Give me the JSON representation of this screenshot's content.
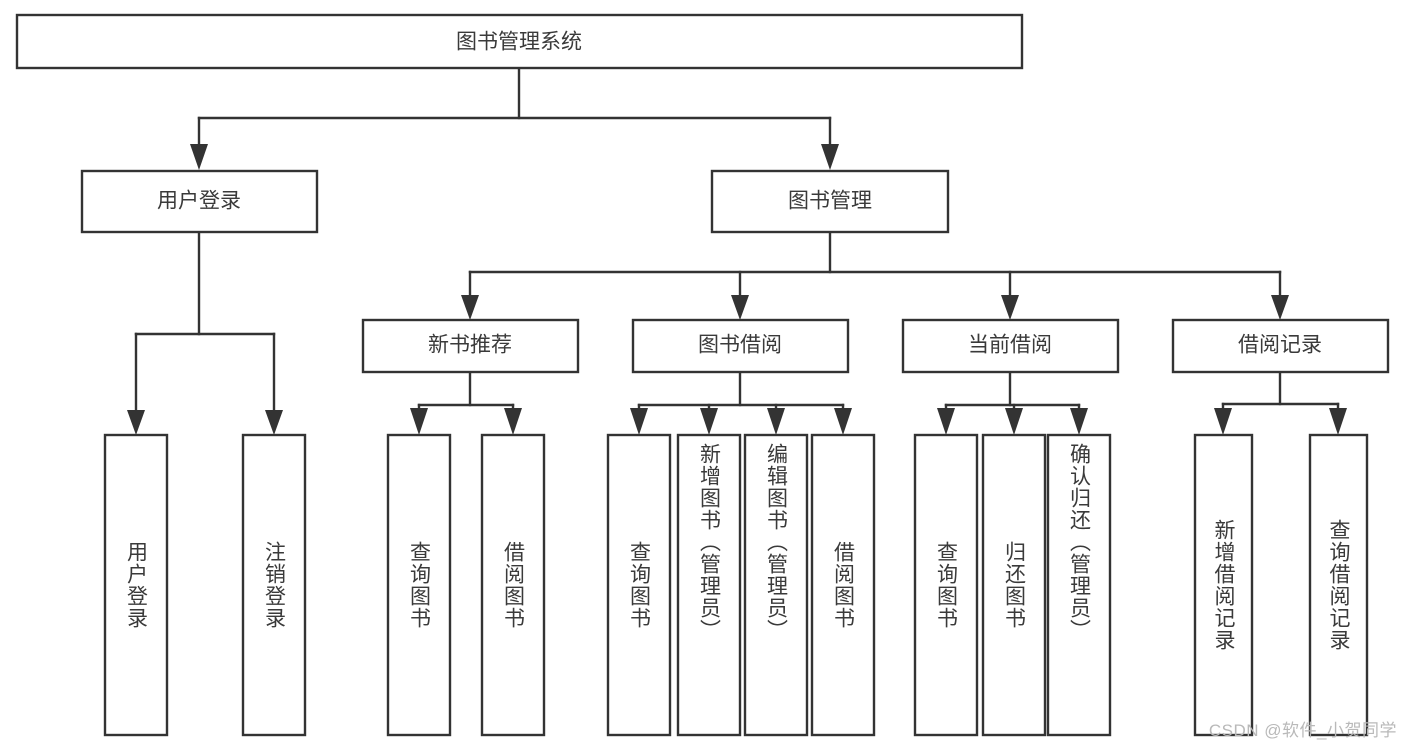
{
  "diagram": {
    "title": "图书管理系统",
    "type": "hierarchy-tree",
    "orientation": "top-down",
    "root": {
      "label": "图书管理系统",
      "text_orientation": "horizontal"
    },
    "level2": [
      {
        "label": "用户登录",
        "text_orientation": "horizontal"
      },
      {
        "label": "图书管理",
        "text_orientation": "horizontal"
      }
    ],
    "level3": [
      {
        "label": "新书推荐",
        "text_orientation": "horizontal"
      },
      {
        "label": "图书借阅",
        "text_orientation": "horizontal"
      },
      {
        "label": "当前借阅",
        "text_orientation": "horizontal"
      },
      {
        "label": "借阅记录",
        "text_orientation": "horizontal"
      }
    ],
    "leaves": {
      "user_login": [
        {
          "label": "用户登录",
          "text_orientation": "vertical"
        },
        {
          "label": "注销登录",
          "text_orientation": "vertical"
        }
      ],
      "new_book_recommend": [
        {
          "label": "查询图书",
          "text_orientation": "vertical"
        },
        {
          "label": "借阅图书",
          "text_orientation": "vertical"
        }
      ],
      "book_borrow": [
        {
          "label": "查询图书",
          "text_orientation": "vertical"
        },
        {
          "label": "新增图书（管理员）",
          "text_orientation": "vertical"
        },
        {
          "label": "编辑图书（管理员）",
          "text_orientation": "vertical"
        },
        {
          "label": "借阅图书",
          "text_orientation": "vertical"
        }
      ],
      "current_borrow": [
        {
          "label": "查询图书",
          "text_orientation": "vertical"
        },
        {
          "label": "归还图书",
          "text_orientation": "vertical"
        },
        {
          "label": "确认归还（管理员）",
          "text_orientation": "vertical"
        }
      ],
      "borrow_record": [
        {
          "label": "新增借阅记录",
          "text_orientation": "vertical"
        },
        {
          "label": "查询借阅记录",
          "text_orientation": "vertical"
        }
      ]
    },
    "colors": {
      "background": "#ffffff",
      "box_fill": "#ffffff",
      "box_stroke": "#333333",
      "text": "#3a3a3a",
      "watermark": "#b9b9b9"
    }
  },
  "watermark": {
    "text": "CSDN @软件_小贺同学"
  }
}
